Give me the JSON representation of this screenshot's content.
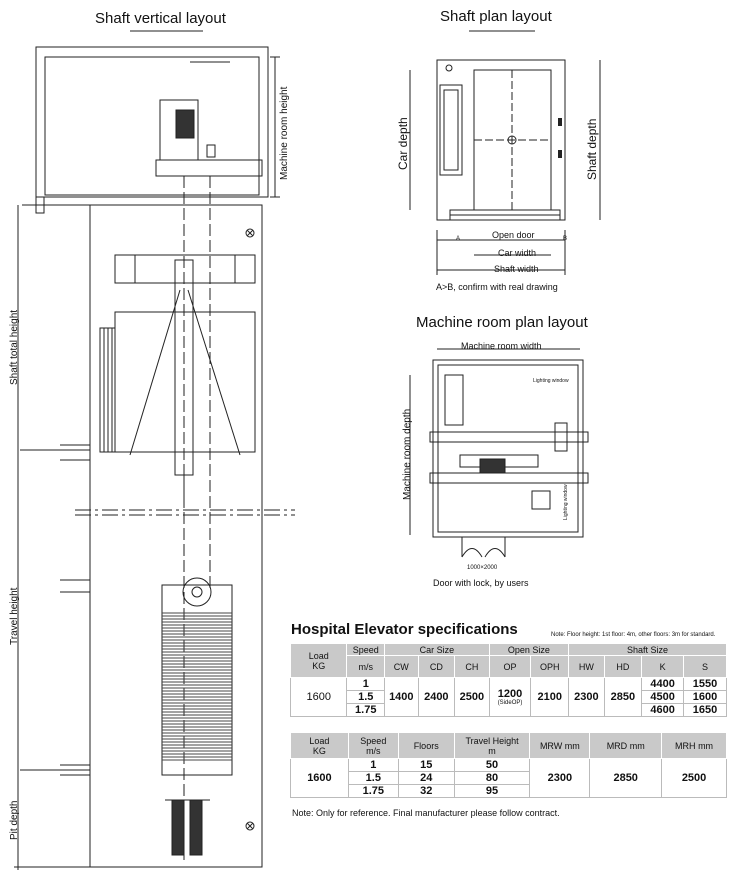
{
  "vertical_layout": {
    "title": "Shaft vertical layout",
    "labels": {
      "machine_room_height": "Machine room height",
      "shaft_total_height": "Shaft total height",
      "travel_height": "Travel height",
      "pit_depth": "Pit depth"
    }
  },
  "plan_layout": {
    "title": "Shaft plan layout",
    "labels": {
      "car_depth": "Car depth",
      "shaft_depth": "Shaft depth",
      "open_door": "Open door",
      "car_width": "Car width",
      "shaft_width": "Shaft width",
      "a": "A",
      "b": "B"
    },
    "note": "A>B, confirm with real drawing"
  },
  "machine_room_layout": {
    "title": "Machine room plan layout",
    "labels": {
      "machine_room_width": "Machine room width",
      "machine_room_depth": "Machine room depth",
      "lighting_window_1": "Lighting window",
      "lighting_window_2": "Lighting window",
      "door_size": "1000×2000"
    },
    "note": "Door with lock, by users"
  },
  "spec": {
    "title": "Hospital Elevator specifications",
    "note": "Note: Floor height: 1st floor: 4m, other floors: 3m for standard.",
    "table1": {
      "h_load": "Load",
      "h_load_unit": "KG",
      "h_speed": "Speed",
      "h_speed_unit": "m/s",
      "h_car_size": "Car Size",
      "h_cw": "CW",
      "h_cd": "CD",
      "h_ch": "CH",
      "h_open_size": "Open Size",
      "h_op": "OP",
      "h_oph": "OPH",
      "h_shaft_size": "Shaft Size",
      "h_hw": "HW",
      "h_hd": "HD",
      "h_k": "K",
      "h_s": "S",
      "load": "1600",
      "speeds": [
        "1",
        "1.5",
        "1.75"
      ],
      "cw": "1400",
      "cd": "2400",
      "ch": "2500",
      "op": "1200",
      "op_sub": "(SideOP)",
      "oph": "2100",
      "hw": "2300",
      "hd": "2850",
      "k": [
        "4400",
        "4500",
        "4600"
      ],
      "s": [
        "1550",
        "1600",
        "1650"
      ]
    },
    "table2": {
      "h_load": "Load",
      "h_load_unit": "KG",
      "h_speed": "Speed",
      "h_speed_unit": "m/s",
      "h_floors": "Floors",
      "h_travel": "Travel Height",
      "h_travel_unit": "m",
      "h_mrw": "MRW",
      "h_mrw_unit": "mm",
      "h_mrd": "MRD",
      "h_mrd_unit": "mm",
      "h_mrh": "MRH",
      "h_mrh_unit": "mm",
      "load": "1600",
      "speeds": [
        "1",
        "1.5",
        "1.75"
      ],
      "floors": [
        "15",
        "24",
        "32"
      ],
      "travel": [
        "50",
        "80",
        "95"
      ],
      "mrw": "2300",
      "mrd": "2850",
      "mrh": "2500"
    },
    "footnote": "Note: Only for reference. Final manufacturer please follow contract."
  }
}
